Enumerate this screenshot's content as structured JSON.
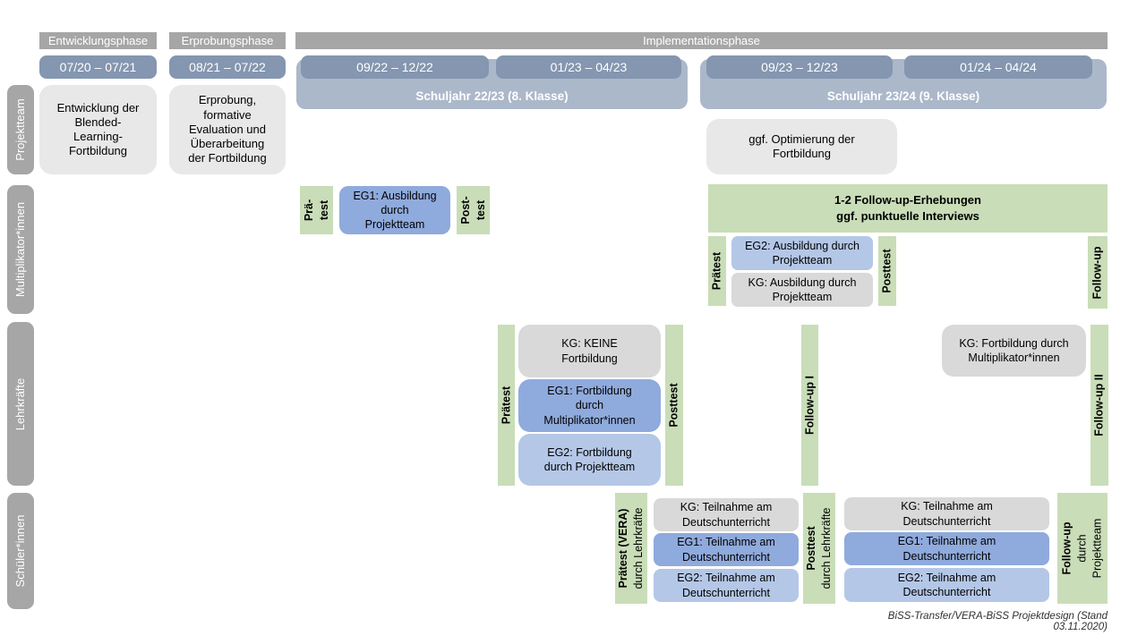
{
  "colors": {
    "phase_header_gray": "#a6a6a6",
    "date_blue": "#8496b0",
    "banner_blue": "#abb8ca",
    "light_gray_box": "#e9e8e8",
    "kg_gray": "#d9d9d9",
    "eg1_blue": "#8faadc",
    "eg2_blue": "#b4c7e7",
    "measure_green": "#c9ddb8"
  },
  "header": {
    "phase1": "Entwicklungsphase",
    "phase2": "Erprobungsphase",
    "phase3": "Implementationsphase"
  },
  "timeline": {
    "date1": "07/20 – 07/21",
    "date2": "08/21 – 07/22",
    "date3": "09/22 – 12/22",
    "date4": "01/23 – 04/23",
    "date5": "09/23 – 12/23",
    "date6": "01/24 – 04/24",
    "school_year_1": "Schuljahr 22/23 (8. Klasse)",
    "school_year_2": "Schuljahr 23/24 (9. Klasse)"
  },
  "row_labels": {
    "projektteam": "Projektteam",
    "multiplikatoren": "Multiplikator*innen",
    "lehrkraefte": "Lehrkräfte",
    "schueler": "Schüler*innen"
  },
  "projektteam": {
    "entwicklung": "Entwicklung der\nBlended-\nLearning-\nFortbildung",
    "erprobung": "Erprobung,\nformative\nEvaluation und\nÜberarbeitung\nder Fortbildung",
    "optimierung": "ggf. Optimierung der\nFortbildung"
  },
  "multiplikatoren": {
    "praetest_line1": "Prä-",
    "praetest_line2": "test",
    "eg1": "EG1: Ausbildung\ndurch\nProjektteam",
    "posttest_line1": "Post-",
    "posttest_line2": "test",
    "followup_box": "1-2 Follow-up-Erhebungen\nggf. punktuelle Interviews",
    "praetest2": "Prätest",
    "eg2": "EG2: Ausbildung durch\nProjektteam",
    "kg": "KG: Ausbildung durch\nProjektteam",
    "posttest2": "Posttest",
    "followup": "Follow-up"
  },
  "lehrkraefte": {
    "praetest": "Prätest",
    "kg": "KG: KEINE\nFortbildung",
    "eg1": "EG1: Fortbildung\ndurch\nMultiplikator*innen",
    "eg2": "EG2: Fortbildung\ndurch Projektteam",
    "posttest": "Posttest",
    "followup1": "Follow-up I",
    "kg2": "KG: Fortbildung durch\nMultiplikator*innen",
    "followup2": "Follow-up II"
  },
  "schueler": {
    "praetest_line1": "Prätest (VERA)",
    "praetest_line2": "durch Lehrkräfte",
    "kg1": "KG: Teilnahme am\nDeutschunterricht",
    "eg1a": "EG1: Teilnahme am\nDeutschunterricht",
    "eg2a": "EG2: Teilnahme am\nDeutschunterricht",
    "posttest_line1": "Posttest",
    "posttest_line2": "durch Lehrkräfte",
    "kg2": "KG: Teilnahme am\nDeutschunterricht",
    "eg1b": "EG1: Teilnahme am\nDeutschunterricht",
    "eg2b": "EG2: Teilnahme am\nDeutschunterricht",
    "followup_line1": "Follow-up",
    "followup_line2": "durch",
    "followup_line3": "Projektteam"
  },
  "footer": {
    "caption": "BiSS-Transfer/VERA-BiSS Projektdesign (Stand 03.11.2020)"
  }
}
